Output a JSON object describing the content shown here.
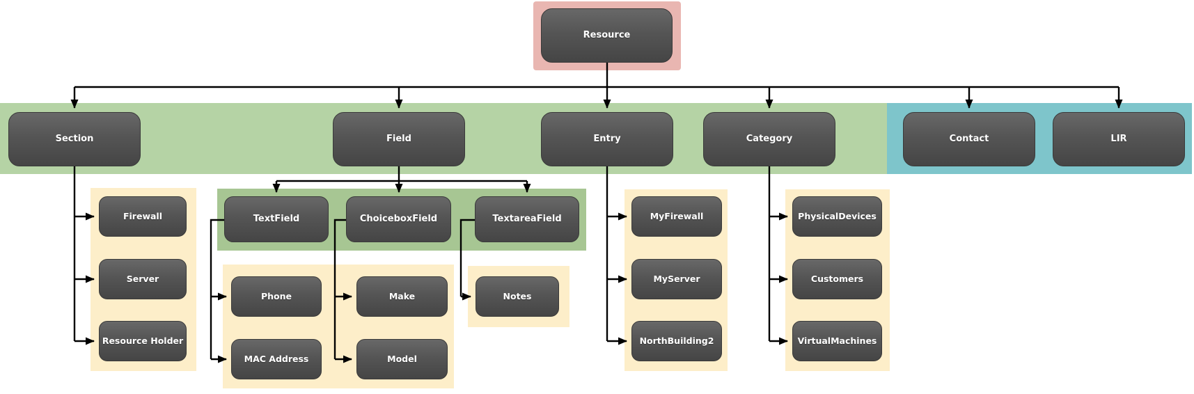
{
  "diagram_type": "tree-hierarchy",
  "colors": {
    "band_green": "#b5d3a5",
    "panel_green": "#a7c693",
    "panel_yellow": "#fdeec9",
    "band_teal": "#7ec5cb",
    "highlight_pink": "#e9b6b1",
    "node_gradient_top": "#686868",
    "node_gradient_bottom": "#454545",
    "node_text": "#ffffff",
    "connector": "#000000"
  },
  "nodes": {
    "resource": {
      "label": "Resource"
    },
    "section": {
      "label": "Section"
    },
    "field": {
      "label": "Field"
    },
    "entry": {
      "label": "Entry"
    },
    "category": {
      "label": "Category"
    },
    "contact": {
      "label": "Contact"
    },
    "lir": {
      "label": "LIR"
    },
    "firewall": {
      "label": "Firewall"
    },
    "server": {
      "label": "Server"
    },
    "resource_holder": {
      "label": "Resource Holder"
    },
    "textfield": {
      "label": "TextField"
    },
    "choiceboxfield": {
      "label": "ChoiceboxField"
    },
    "textareafield": {
      "label": "TextareaField"
    },
    "phone": {
      "label": "Phone"
    },
    "mac_address": {
      "label": "MAC Address"
    },
    "make": {
      "label": "Make"
    },
    "model": {
      "label": "Model"
    },
    "notes": {
      "label": "Notes"
    },
    "myfirewall": {
      "label": "MyFirewall"
    },
    "myserver": {
      "label": "MyServer"
    },
    "northbuilding2": {
      "label": "NorthBuilding2"
    },
    "physicaldevices": {
      "label": "PhysicalDevices"
    },
    "customers": {
      "label": "Customers"
    },
    "virtualmachines": {
      "label": "VirtualMachines"
    }
  },
  "hierarchy": {
    "Resource": [
      "Section",
      "Field",
      "Entry",
      "Category",
      "Contact",
      "LIR"
    ],
    "Section": [
      "Firewall",
      "Server",
      "Resource Holder"
    ],
    "Field": [
      "TextField",
      "ChoiceboxField",
      "TextareaField"
    ],
    "TextField": [
      "Phone",
      "MAC Address"
    ],
    "ChoiceboxField": [
      "Make",
      "Model"
    ],
    "TextareaField": [
      "Notes"
    ],
    "Entry": [
      "MyFirewall",
      "MyServer",
      "NorthBuilding2"
    ],
    "Category": [
      "PhysicalDevices",
      "Customers",
      "VirtualMachines"
    ]
  }
}
